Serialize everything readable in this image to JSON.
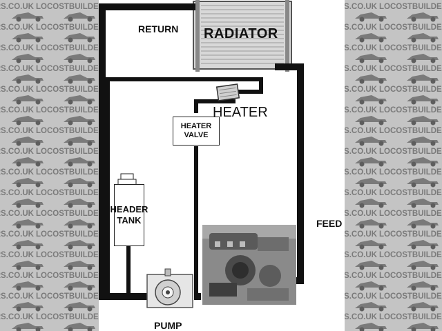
{
  "watermark": {
    "text": "LOCOSTBUILDERS.CO.UK",
    "color": "#7a7a7a"
  },
  "diagram": {
    "labels": {
      "return": "RETURN",
      "radiator": "RADIATOR",
      "heater": "HEATER",
      "heater_valve_line1": "HEATER",
      "heater_valve_line2": "VALVE",
      "header_tank_line1": "HEADER",
      "header_tank_line2": "TANK",
      "feed": "FEED",
      "pump": "PUMP"
    },
    "pipe_color": "#111111"
  }
}
